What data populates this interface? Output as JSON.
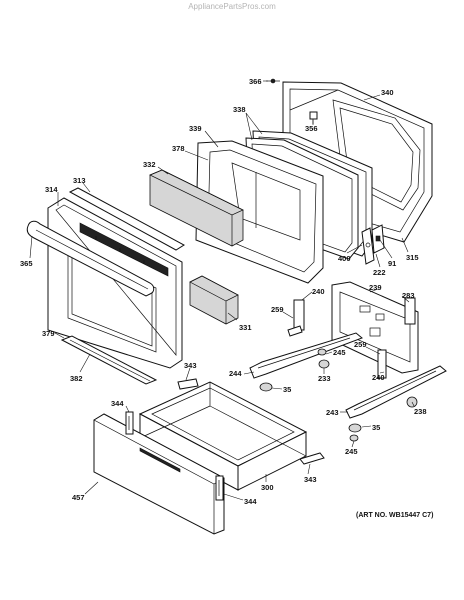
{
  "watermark": "AppliancePartsPros.com",
  "art_number": "(ART NO. WB15447 C7)",
  "labels": {
    "p366": "366",
    "p340": "340",
    "p338": "338",
    "p356": "356",
    "p339": "339",
    "p378": "378",
    "p332": "332",
    "p313": "313",
    "p314": "314",
    "p365": "365",
    "p400": "400",
    "p222": "222",
    "p91": "91",
    "p315": "315",
    "p240a": "240",
    "p239": "239",
    "p283": "283",
    "p331": "331",
    "p259a": "259",
    "p379": "379",
    "p382": "382",
    "p343a": "343",
    "p244": "244",
    "p245a": "245",
    "p259b": "259",
    "p233": "233",
    "p35a": "35",
    "p240b": "240",
    "p344a": "344",
    "p243": "243",
    "p238": "238",
    "p35b": "35",
    "p245b": "245",
    "p300": "300",
    "p343b": "343",
    "p457": "457",
    "p344b": "344"
  }
}
